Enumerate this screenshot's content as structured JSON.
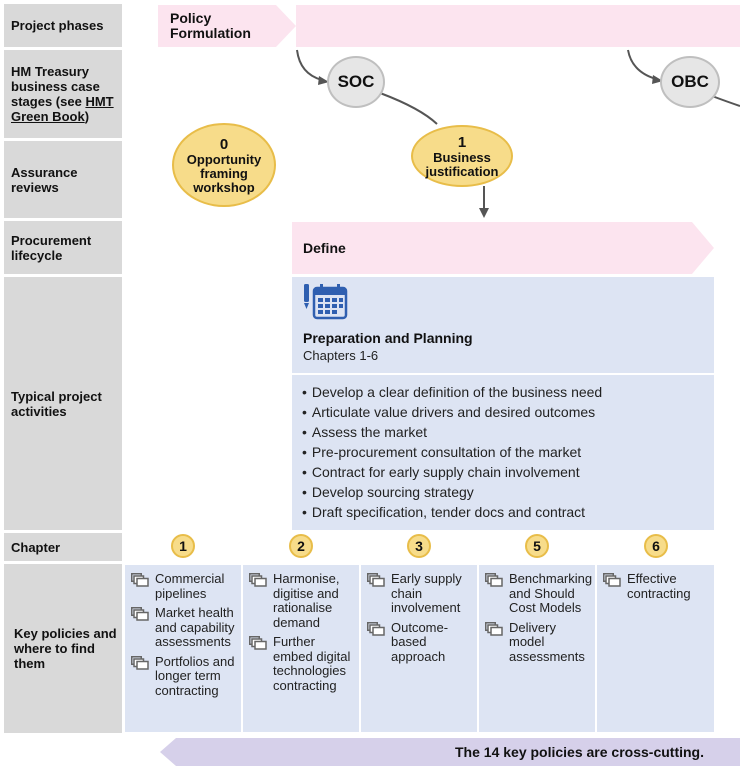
{
  "rows": {
    "project_phases": "Project phases",
    "hmt_prefix": "HM Treasury business case stages (see ",
    "hmt_link": "HMT Green Book",
    "hmt_suffix": ")",
    "assurance": "Assurance reviews",
    "procurement": "Procurement lifecycle",
    "activities": "Typical project activities",
    "chapter": "Chapter",
    "key_policies": "Key policies and where to find them"
  },
  "phases": {
    "policy": "Policy Formulation"
  },
  "stages": [
    "SOC",
    "OBC"
  ],
  "reviews": [
    {
      "number": "0",
      "label": "Opportunity framing workshop"
    },
    {
      "number": "1",
      "label": "Business justification"
    }
  ],
  "procurement": {
    "stage": "Define"
  },
  "activities": {
    "title": "Preparation and Planning",
    "subtitle": "Chapters 1-6",
    "icon": "calendar-planning-icon",
    "bullets": [
      "Develop a clear definition of the business need",
      "Articulate value drivers and desired outcomes",
      "Assess the market",
      "Pre-procurement consultation of the market",
      "Contract for early supply chain involvement",
      "Develop sourcing strategy",
      "Draft specification, tender docs and contract"
    ]
  },
  "chapters": [
    "1",
    "2",
    "3",
    "5",
    "6"
  ],
  "key_policies": [
    [
      "Commercial pipelines",
      "Market health and capability assessments",
      "Portfolios and longer term contracting"
    ],
    [
      "Harmonise, digitise and rationalise demand",
      "Further embed digital technologies contracting"
    ],
    [
      "Early supply chain involvement",
      "Outcome-based approach"
    ],
    [
      "Benchmarking and Should Cost Models",
      "Delivery model assessments"
    ],
    [
      "Effective contracting"
    ]
  ],
  "footer": "The 14 key policies are cross-cutting.",
  "colors": {
    "phase_pink": "#fce4ef",
    "panel_blue": "#dde4f3",
    "gold": "#f7dc8a",
    "grey": "#e6e6e6",
    "footer_lavender": "#d6d0ea",
    "icon_blue": "#2f5fb0"
  }
}
